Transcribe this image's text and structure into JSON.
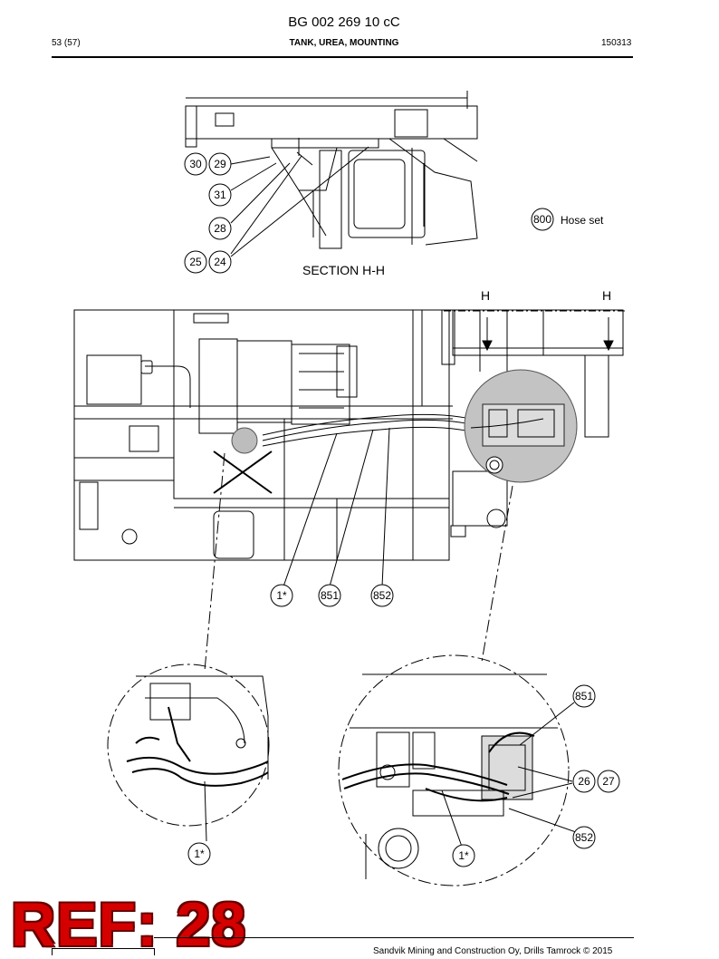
{
  "header": {
    "doc_number": "BG 002 269 10 cC",
    "page": "53 (57)",
    "title": "TANK, UREA, MOUNTING",
    "date": "150313"
  },
  "section": {
    "label": "SECTION H-H",
    "marker_left": "H",
    "marker_right": "H"
  },
  "legend": {
    "code": "800",
    "text": "Hose set"
  },
  "callouts": {
    "c30": "30",
    "c29": "29",
    "c31": "31",
    "c28": "28",
    "c25": "25",
    "c24": "24",
    "c1a": "1*",
    "c851a": "851",
    "c852a": "852",
    "c1b": "1*",
    "c1c": "1*",
    "c851b": "851",
    "c26": "26",
    "c27": "27",
    "c852b": "852"
  },
  "stamp": "REF: 28",
  "footer": {
    "copyright": "Sandvik Mining and Construction Oy, Drills Tamrock © 2015"
  }
}
